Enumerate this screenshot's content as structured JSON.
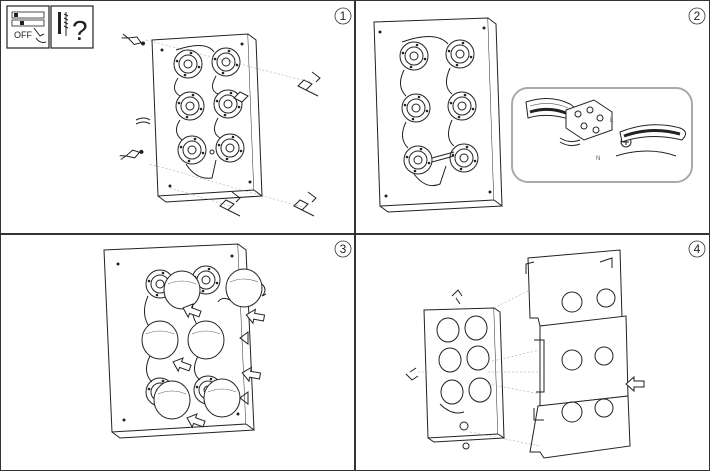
{
  "steps": [
    {
      "number": "1"
    },
    {
      "number": "2"
    },
    {
      "number": "3"
    },
    {
      "number": "4"
    }
  ],
  "warning": {
    "switch_label": "OFF",
    "question_mark": "?"
  },
  "terminal_labels": {
    "live": "L",
    "neutral": "N"
  }
}
